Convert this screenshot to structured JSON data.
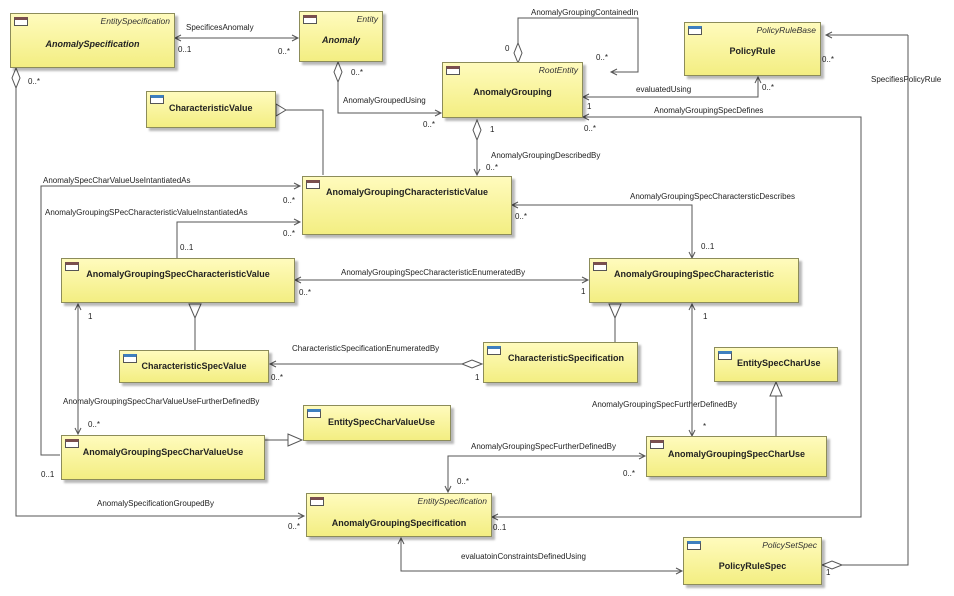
{
  "classes": {
    "anomaly_specification": {
      "stereotype": "EntitySpecification",
      "name": "AnomalySpecification"
    },
    "anomaly": {
      "stereotype": "Entity",
      "name": "Anomaly"
    },
    "anomaly_grouping": {
      "stereotype": "RootEntity",
      "name": "AnomalyGrouping"
    },
    "policy_rule": {
      "stereotype": "PolicyRuleBase",
      "name": "PolicyRule"
    },
    "characteristic_value": {
      "name": "CharacteristicValue"
    },
    "ag_characteristic_value": {
      "name": "AnomalyGroupingCharacteristicValue"
    },
    "ags_characteristic_value": {
      "name": "AnomalyGroupingSpecCharacteristicValue"
    },
    "ags_characteristic": {
      "name": "AnomalyGroupingSpecCharacteristic"
    },
    "characteristic_spec_value": {
      "name": "CharacteristicSpecValue"
    },
    "characteristic_specification": {
      "name": "CharacteristicSpecification"
    },
    "entity_spec_char_use": {
      "name": "EntitySpecCharUse"
    },
    "ags_char_value_use": {
      "name": "AnomalyGroupingSpecCharValueUse"
    },
    "entity_spec_char_value_use": {
      "name": "EntitySpecCharValueUse"
    },
    "ags_char_use": {
      "name": "AnomalyGroupingSpecCharUse"
    },
    "ag_specification": {
      "stereotype": "EntitySpecification",
      "name": "AnomalyGroupingSpecification"
    },
    "policy_rule_spec": {
      "stereotype": "PolicySetSpec",
      "name": "PolicyRuleSpec"
    }
  },
  "associations": {
    "specifies_anomaly": "SpecificesAnomaly",
    "contained_in": "AnomalyGroupingContainedIn",
    "grouped_using": "AnomalyGroupedUsing",
    "evaluated_using": "evaluatedUsing",
    "specifies_policy_rule": "SpecifiesPolicyRule",
    "spec_defines": "AnomalyGroupingSpecDefines",
    "described_by": "AnomalyGroupingDescribedBy",
    "char_value_use_instantiated_as": "AnomalySpecCharValueUseIntantiatedAs",
    "spec_char_value_instantiated_as": "AnomalyGroupingSPecCharacteristicValueInstantiatedAs",
    "spec_char_describes": "AnomalyGroupingSpecCharactersticDescribes",
    "spec_char_enumerated_by": "AnomalyGroupingSpecCharacteristicEnumeratedBy",
    "char_spec_enumerated_by": "CharacteristicSpecificationEnumeratedBy",
    "char_value_use_further_defined_by": "AnomalyGroupingSpecCharValueUseFurtherDefinedBy",
    "spec_further_defined_by_right": "AnomalyGroupingSpecFurtherDefinedBy",
    "spec_further_defined_by_mid": "AnomalyGroupingSpecFurtherDefinedBy",
    "specification_grouped_by": "AnomalySpecificationGroupedBy",
    "evaluation_constraints": "evaluatoinConstraintsDefinedUsing"
  },
  "multiplicities": {
    "m1": "0..1",
    "m2": "0..*",
    "m3": "0..*",
    "m4": "0",
    "m5": "0..*",
    "m6": "0..*",
    "m7": "0..*",
    "m8": "1",
    "m9": "0..*",
    "m10": "1",
    "m11": "0..*",
    "m12": "0..*",
    "m13": "0..*",
    "m14": "0..*",
    "m15": "0..1",
    "m16": "0..*",
    "m17": "0..1",
    "m18": "0..*",
    "m19": "1",
    "m20": "0..*",
    "m21": "1",
    "m22": "1",
    "m23": "1",
    "m24": "0..*",
    "m25": "*",
    "m26": "0..1",
    "m27": "0..*",
    "m28": "0..*",
    "m29": "0..*",
    "m30": "0..1",
    "m31": "1"
  }
}
